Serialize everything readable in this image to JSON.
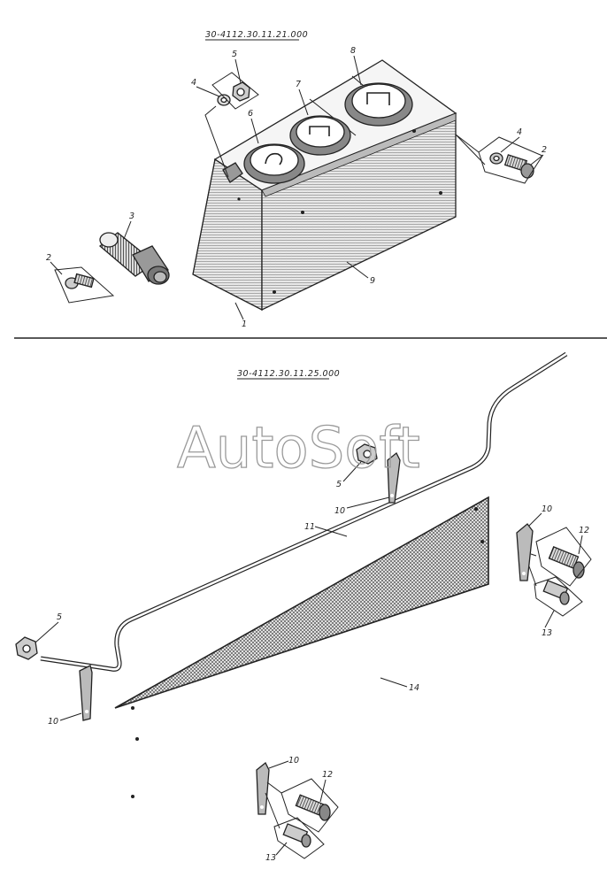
{
  "assemblies": [
    {
      "code": "30-4112.30.11.21.000"
    },
    {
      "code": "30-4112.30.11.25.000"
    }
  ],
  "watermark": "AutoSoft",
  "callouts": {
    "c1": "1",
    "c2a": "2",
    "c2b": "2",
    "c3": "3",
    "c4a": "4",
    "c4b": "4",
    "c5a": "5",
    "c6": "6",
    "c7": "7",
    "c8": "8",
    "c9": "9",
    "c5b": "5",
    "c10a": "10",
    "c11": "11",
    "c10b": "10",
    "c12a": "12",
    "c13a": "13",
    "c5c": "5",
    "c14": "14",
    "c10c": "10",
    "c10d": "10",
    "c12b": "12",
    "c13b": "13"
  }
}
